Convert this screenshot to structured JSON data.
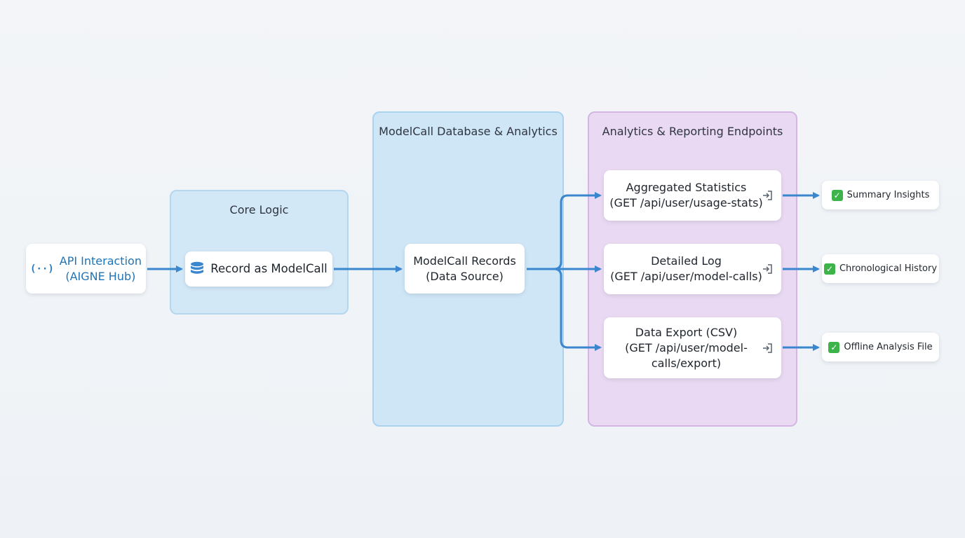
{
  "groups": {
    "core": {
      "title": "Core Logic"
    },
    "database": {
      "title": "ModelCall Database & Analytics"
    },
    "analytics": {
      "title": "Analytics & Reporting Endpoints"
    }
  },
  "nodes": {
    "api_interaction": {
      "icon": "api-brackets-icon",
      "line1": "API Interaction",
      "line2": "(AIGNE Hub)"
    },
    "record": {
      "icon": "database-icon",
      "label": "Record as ModelCall"
    },
    "records": {
      "line1": "ModelCall Records",
      "line2": "(Data Source)"
    }
  },
  "endpoints": [
    {
      "name": "Aggregated Statistics",
      "route": "(GET /api/user/usage-stats)",
      "icon": "sign-in-icon"
    },
    {
      "name": "Detailed Log",
      "route": "(GET /api/user/model-calls)",
      "icon": "sign-in-icon"
    },
    {
      "name": "Data Export (CSV)",
      "route_line1": "(GET /api/user/model-",
      "route_line2": "calls/export)",
      "icon": "sign-in-icon"
    }
  ],
  "outputs": [
    {
      "icon": "check-icon",
      "label": "Summary Insights"
    },
    {
      "icon": "check-icon",
      "label": "Chronological History"
    },
    {
      "icon": "check-icon",
      "label": "Offline Analysis File"
    }
  ],
  "colors": {
    "arrow": "#3a86cf",
    "core_fill": "#d3e8f6",
    "database_fill": "#cfe6f6",
    "analytics_fill": "#ead9f2",
    "check": "#3cb44a"
  }
}
